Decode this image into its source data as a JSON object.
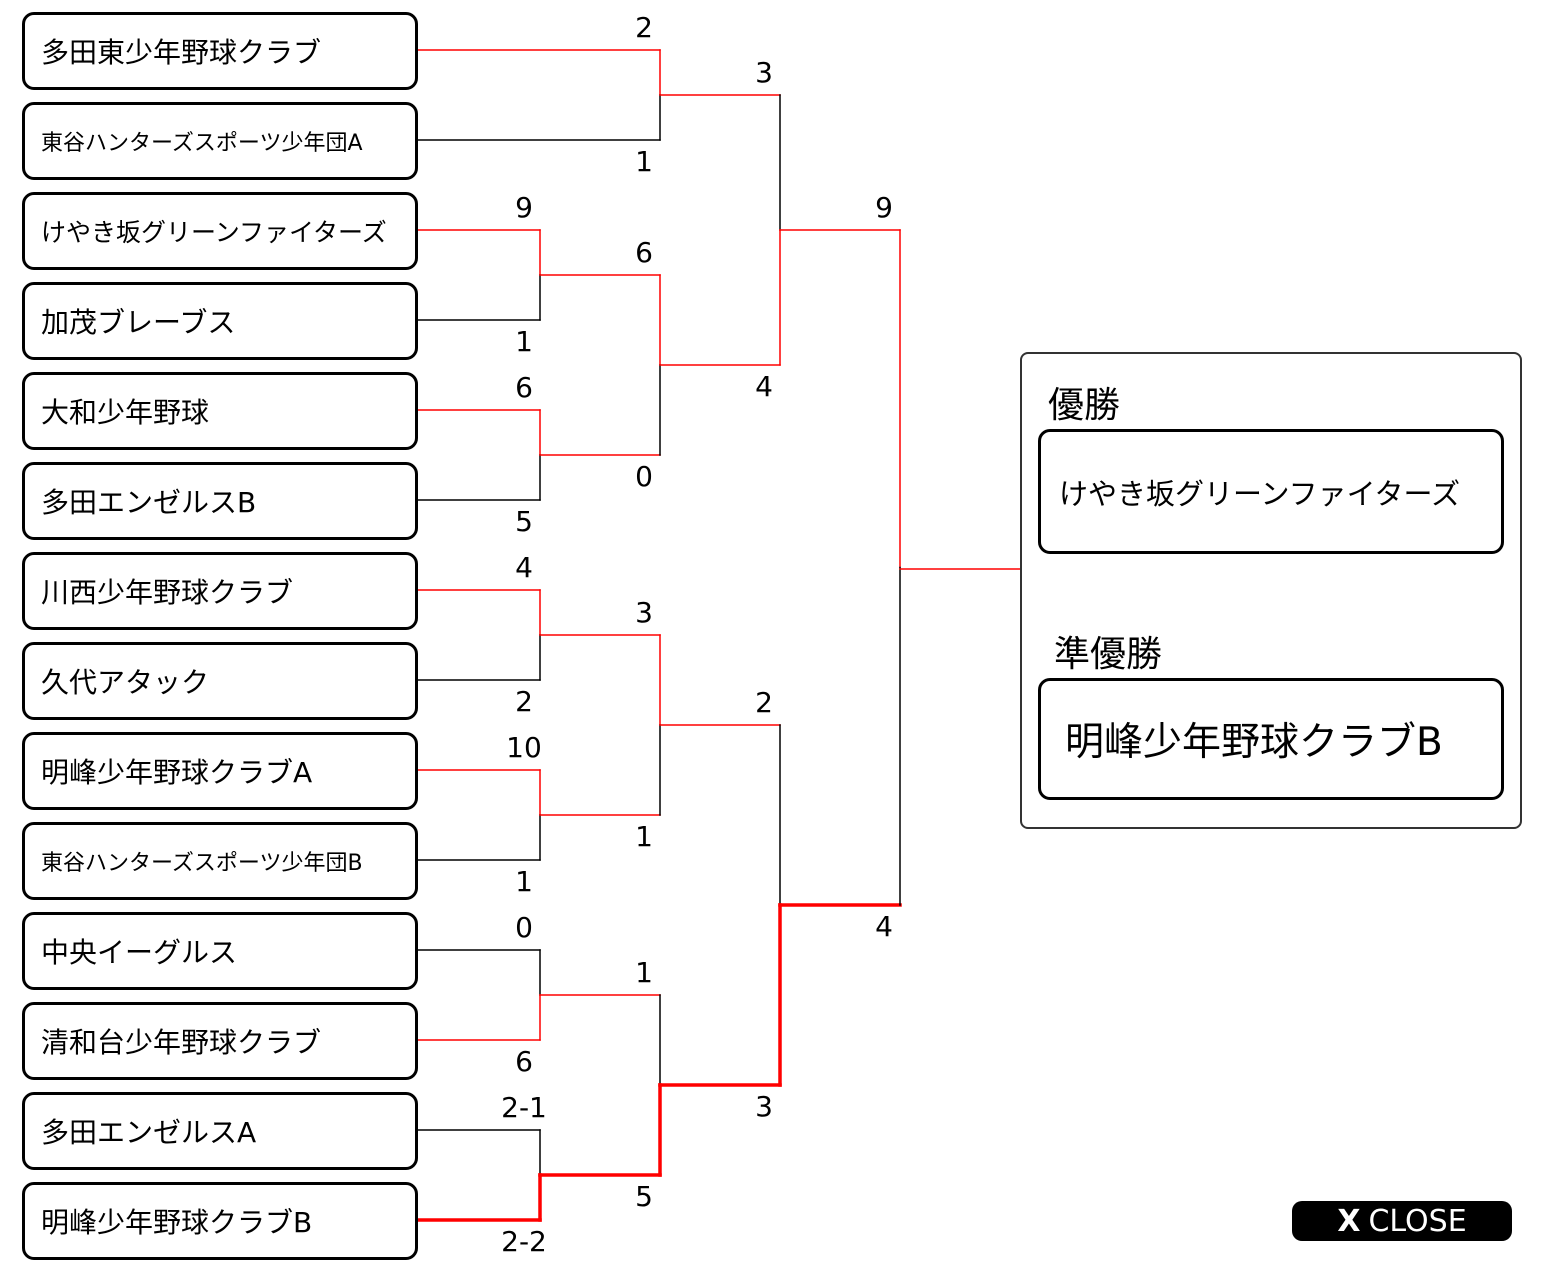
{
  "teams": [
    "多田東少年野球クラブ",
    "東谷ハンターズスポーツ少年団A",
    "けやき坂グリーンファイターズ",
    "加茂ブレーブス",
    "大和少年野球",
    "多田エンゼルスB",
    "川西少年野球クラブ",
    "久代アタック",
    "明峰少年野球クラブA",
    "東谷ハンターズスポーツ少年団B",
    "中央イーグルス",
    "清和台少年野球クラブ",
    "多田エンゼルスA",
    "明峰少年野球クラブB"
  ],
  "matches": [
    {
      "scores": [
        "2",
        "1"
      ],
      "winner": "top"
    },
    {
      "scores": [
        "9",
        "1"
      ],
      "winner": "top"
    },
    {
      "scores": [
        "6",
        "5"
      ],
      "winner": "top"
    },
    {
      "scores": [
        "4",
        "2"
      ],
      "winner": "top"
    },
    {
      "scores": [
        "10",
        "1"
      ],
      "winner": "top"
    },
    {
      "scores": [
        "0",
        "6"
      ],
      "winner": "bottom"
    },
    {
      "scores": [
        "2-1",
        "2-2"
      ],
      "winner": "bottom"
    },
    {
      "scores": [
        "6",
        "0"
      ],
      "winner": "top"
    },
    {
      "scores": [
        "3",
        "1"
      ],
      "winner": "top"
    },
    {
      "scores": [
        "1",
        "5"
      ],
      "winner": "bottom"
    },
    {
      "scores": [
        "3",
        "4"
      ],
      "winner": "bottom"
    },
    {
      "scores": [
        "2",
        "3"
      ],
      "winner": "bottom"
    },
    {
      "scores": [
        "9",
        "4"
      ],
      "winner": "top"
    }
  ],
  "result": {
    "champion_label": "優勝",
    "champion": "けやき坂グリーンファイターズ",
    "runner_up_label": "準優勝",
    "runner_up": "明峰少年野球クラブB"
  },
  "close_button": {
    "icon": "X",
    "label": "CLOSE"
  },
  "colors": {
    "win_line": "#ff0000",
    "line": "#000000"
  }
}
